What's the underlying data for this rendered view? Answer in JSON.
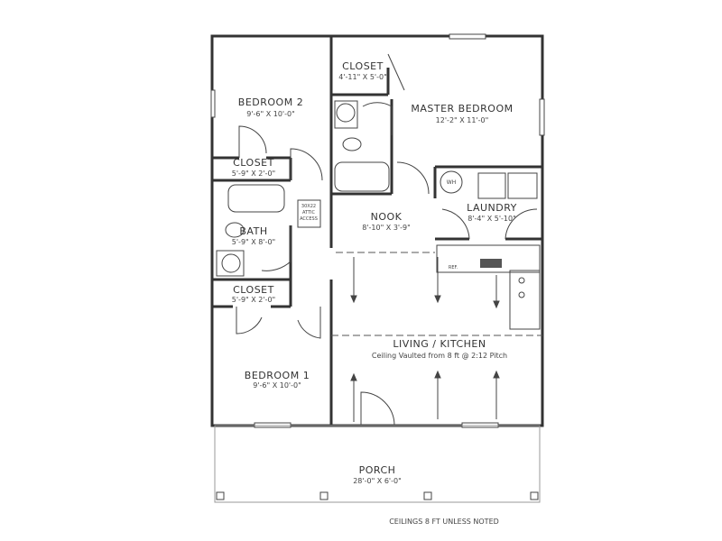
{
  "rooms": {
    "bedroom2": {
      "name": "BEDROOM 2",
      "size": "9'-6\" X 10'-0\""
    },
    "closet_bed2": {
      "name": "CLOSET",
      "size": "5'-9\" X 2'-0\""
    },
    "bath": {
      "name": "BATH",
      "size": "5'-9\" X 8'-0\""
    },
    "closet_bed1": {
      "name": "CLOSET",
      "size": "5'-9\" X 2'-0\""
    },
    "bedroom1": {
      "name": "BEDROOM 1",
      "size": "9'-6\" X 10'-0\""
    },
    "master_closet": {
      "name": "CLOSET",
      "size": "4'-11\" X 5'-0\""
    },
    "master_bedroom": {
      "name": "MASTER BEDROOM",
      "size": "12'-2\" X 11'-0\""
    },
    "nook": {
      "name": "NOOK",
      "size": "8'-10\" X 3'-9\""
    },
    "laundry": {
      "name": "LAUNDRY",
      "size": "8'-4\" X 5'-10\""
    },
    "living_kitchen": {
      "name": "LIVING / KITCHEN",
      "note": "Ceiling Vaulted from 8 ft @ 2:12 Pitch"
    },
    "porch": {
      "name": "PORCH",
      "size": "28'-0\" X 6'-0\""
    }
  },
  "fixtures": {
    "attic": [
      "30X22",
      "ATTIC",
      "ACCESS"
    ],
    "water_heater": "WH",
    "refrigerator": "REF."
  },
  "footnote": "CEILINGS 8 FT UNLESS NOTED"
}
